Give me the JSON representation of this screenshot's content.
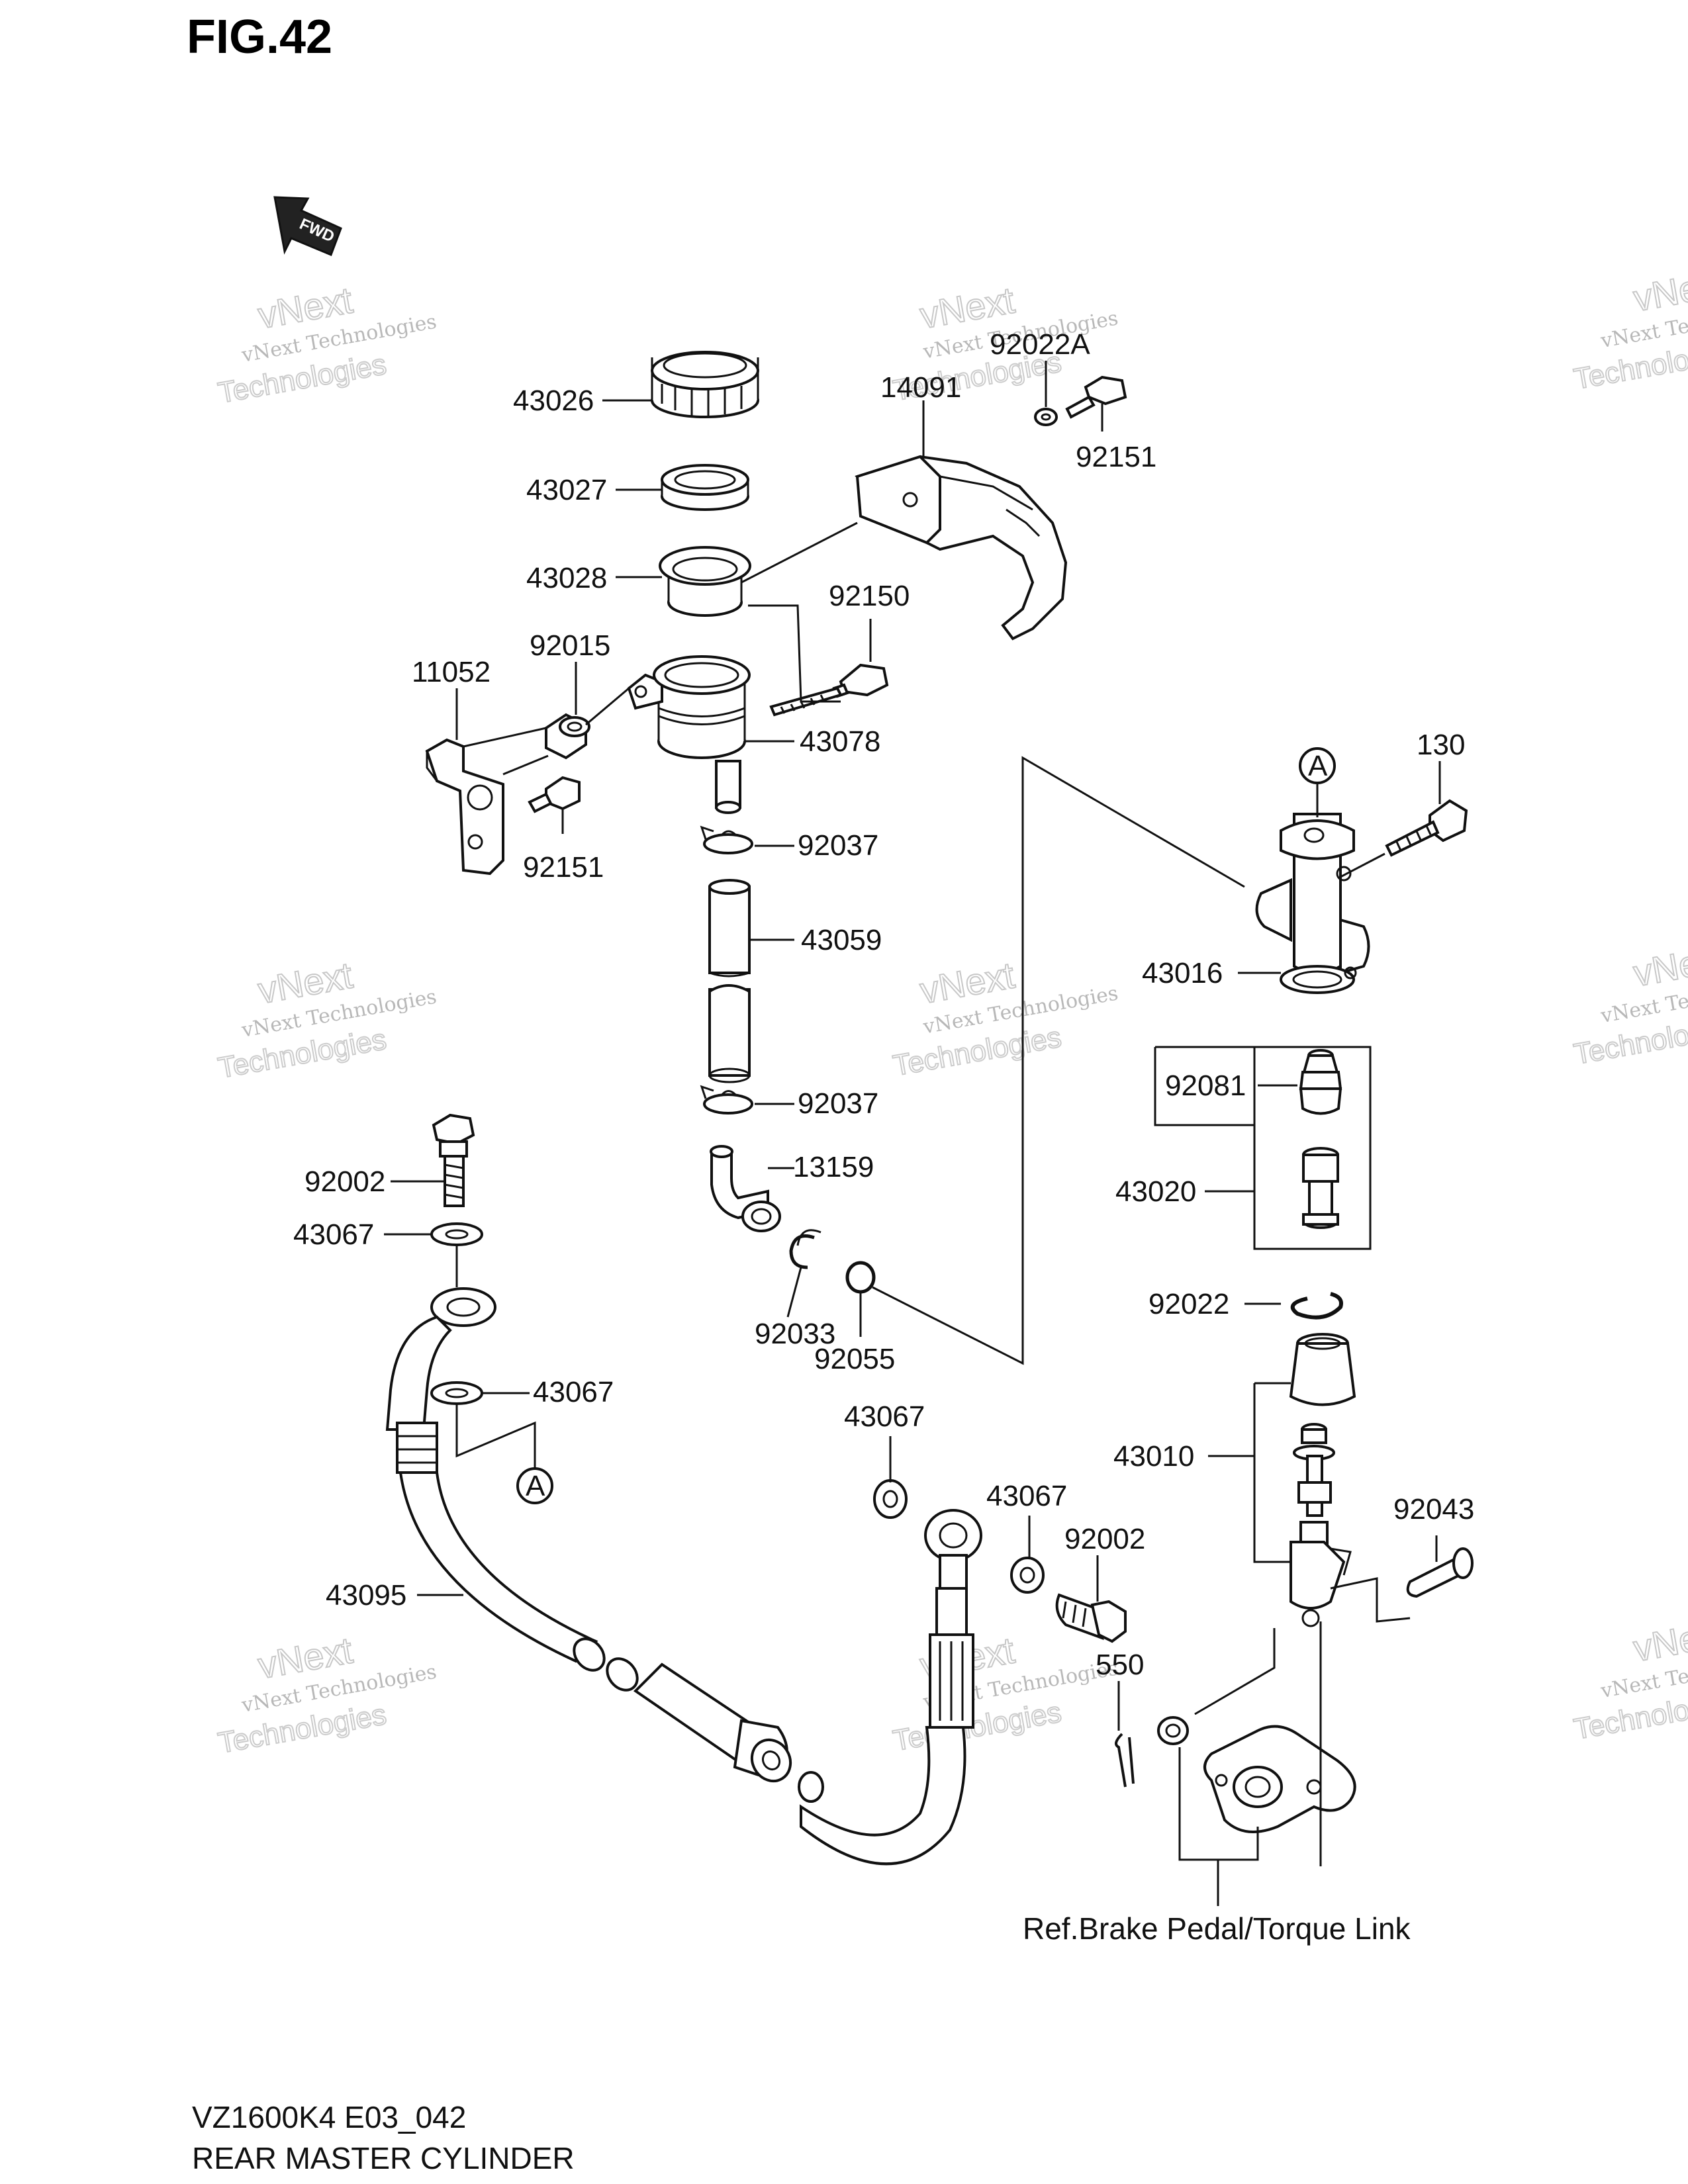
{
  "figure": {
    "title": "FIG.42",
    "model_code": "VZ1600K4 E03_042",
    "section_name": "REAR MASTER CYLINDER",
    "reference_note": "Ref.Brake Pedal/Torque Link",
    "fwd_marker": "FWD",
    "circle_marker": "A"
  },
  "watermark": {
    "line1": "vNext Technologies",
    "line2": "vNext",
    "line3": "Technologies"
  },
  "parts": {
    "p43026": "43026",
    "p43027": "43027",
    "p43028": "43028",
    "p14091": "14091",
    "p92022A": "92022A",
    "p92151_top": "92151",
    "p92150": "92150",
    "p92015": "92015",
    "p11052": "11052",
    "p43078": "43078",
    "p92151_left": "92151",
    "p92037_top": "92037",
    "p43059": "43059",
    "p92037_bot": "92037",
    "p13159": "13159",
    "p92033": "92033",
    "p92055": "92055",
    "p130": "130",
    "p43016": "43016",
    "p92081": "92081",
    "p43020": "43020",
    "p92022": "92022",
    "p43010": "43010",
    "p92043": "92043",
    "p92002_left": "92002",
    "p43067_a": "43067",
    "p43067_b": "43067",
    "p43067_c": "43067",
    "p43067_d": "43067",
    "p92002_right": "92002",
    "p43095": "43095",
    "p550": "550"
  }
}
